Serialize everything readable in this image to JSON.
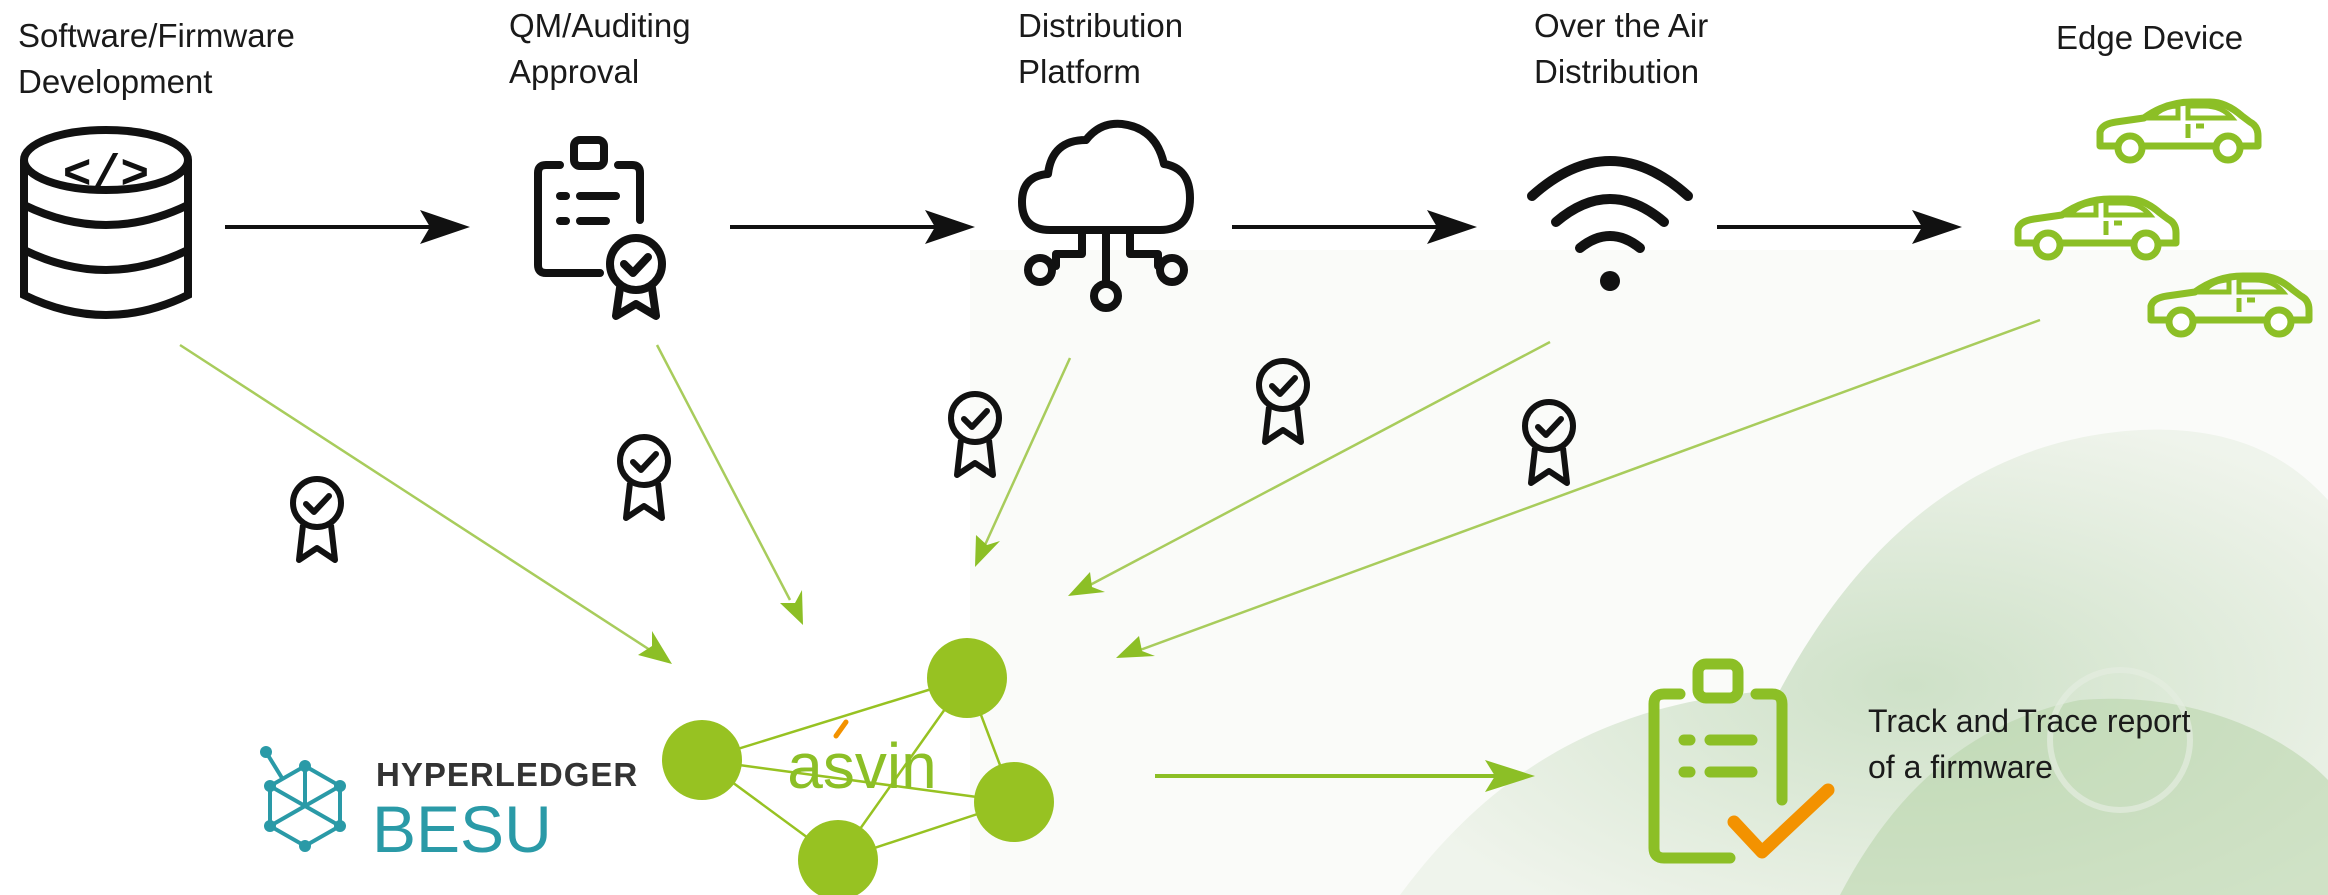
{
  "stages": [
    {
      "id": "dev",
      "line1": "Software/Firmware",
      "line2": "Development",
      "icon": "database-code-icon"
    },
    {
      "id": "qm",
      "line1": "QM/Auditing",
      "line2": "Approval",
      "icon": "clipboard-certified-icon"
    },
    {
      "id": "dist",
      "line1": "Distribution",
      "line2": "Platform",
      "icon": "cloud-network-icon"
    },
    {
      "id": "ota",
      "line1": "Over the Air",
      "line2": "Distribution",
      "icon": "wifi-icon"
    },
    {
      "id": "edge",
      "line1": "Edge Device",
      "line2": "",
      "icon": "car-icon"
    }
  ],
  "blockchain": {
    "hyperledger_line1": "HYPERLEDGER",
    "hyperledger_line2": "BESU",
    "network_logo": "asvin"
  },
  "report": {
    "line1": "Track and Trace report",
    "line2": "of a firmware",
    "icon": "clipboard-check-icon"
  },
  "colors": {
    "accent_green": "#8cbf26",
    "node_green": "#97c222",
    "besu_teal": "#2a9aa7",
    "check_orange": "#f39200",
    "icon_black": "#111111"
  }
}
